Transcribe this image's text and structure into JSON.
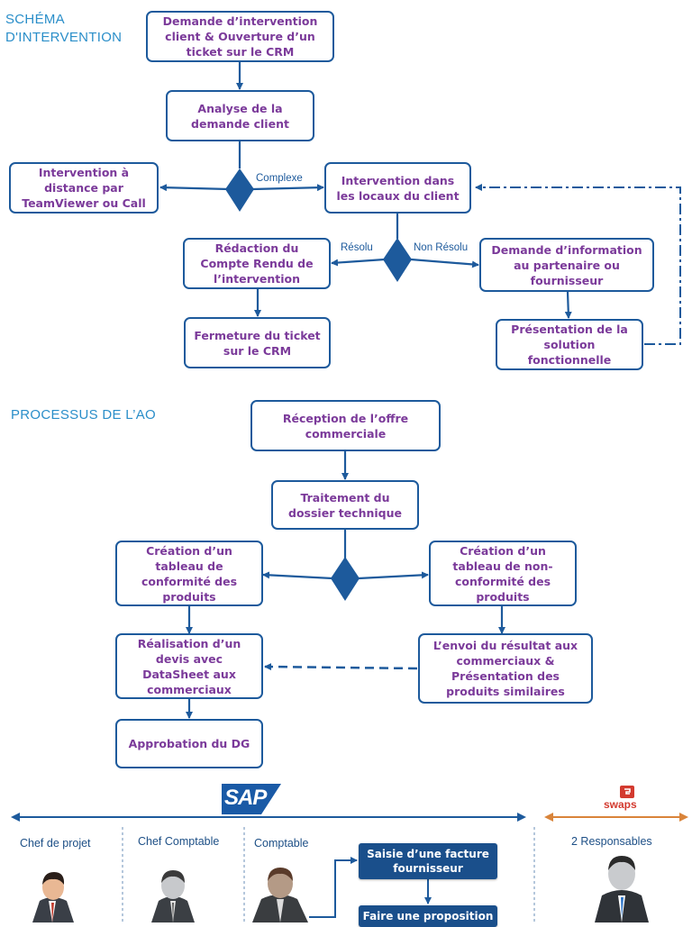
{
  "section1": {
    "title": "SCHÉMA\nD'INTERVENTION",
    "boxes": {
      "demande": "Demande d’intervention\nclient & Ouverture d’un\nticket sur le CRM",
      "analyse": "Analyse de la\ndemande client",
      "distance": "Intervention à\ndistance par\nTeamViewer ou Call",
      "locaux": "Intervention dans\nles locaux du client",
      "redaction": "Rédaction du\nCompte Rendu de\nl’intervention",
      "info_partenaire": "Demande d’information\nau partenaire ou\nfournisseur",
      "fermeture": "Fermeture du ticket\nsur le CRM",
      "presentation": "Présentation de la\nsolution\nfonctionnelle"
    },
    "labels": {
      "complexe": "Complexe",
      "resolu": "Résolu",
      "non_resolu": "Non Résolu"
    }
  },
  "section2": {
    "title": "PROCESSUS DE L’AO",
    "boxes": {
      "reception": "Réception de l’offre\ncommerciale",
      "traitement": "Traitement du\ndossier technique",
      "conformite": "Création d’un\ntableau de\nconformité des\nproduits",
      "non_conformite": "Création d’un\ntableau de non-\nconformité des\nproduits",
      "devis": "Réalisation d’un\ndevis avec\nDataSheet aux\ncommerciaux",
      "envoi": "L’envoi du résultat aux\ncommerciaux &\nPrésentation des\nproduits similaires",
      "approbation": "Approbation du DG"
    }
  },
  "section3": {
    "sap_logo": "SAP",
    "swaps_logo": "swaps",
    "roles": [
      "Chef de projet",
      "Chef Comptable",
      "Comptable",
      "2 Responsables"
    ],
    "sap_steps": [
      "Saisie d’une facture\nfournisseur",
      "Faire une proposition"
    ]
  },
  "colors": {
    "box_border": "#1d5a9c",
    "box_text": "#7b3a9a",
    "title": "#2a8ec9",
    "sap_blue": "#1a4f8b",
    "swaps_orange": "#d9843a"
  }
}
